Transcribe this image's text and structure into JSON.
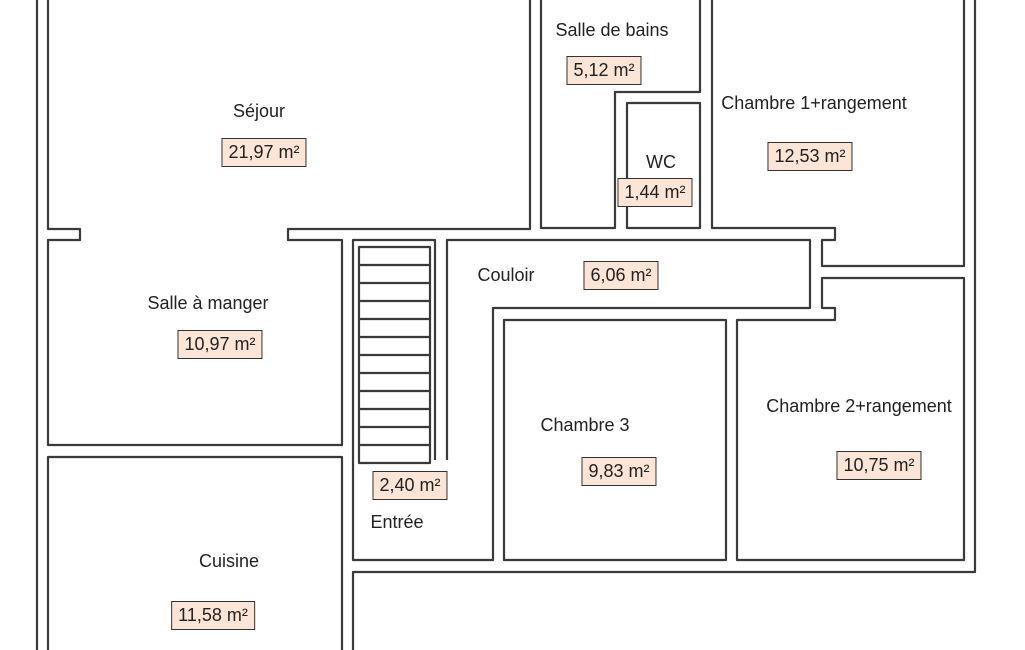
{
  "rooms": {
    "sejour": {
      "name": "Séjour",
      "area": "21,97 m²"
    },
    "salle_de_bains": {
      "name": "Salle de bains",
      "area": "5,12 m²"
    },
    "wc": {
      "name": "WC",
      "area": "1,44 m²"
    },
    "chambre1": {
      "name": "Chambre 1+rangement",
      "area": "12,53 m²"
    },
    "couloir": {
      "name": "Couloir",
      "area": "6,06 m²"
    },
    "salle_a_manger": {
      "name": "Salle à manger",
      "area": "10,97 m²"
    },
    "entree": {
      "name": "Entrée",
      "area": "2,40 m²"
    },
    "chambre3": {
      "name": "Chambre 3",
      "area": "9,83 m²"
    },
    "chambre2": {
      "name": "Chambre 2+rangement",
      "area": "10,75 m²"
    },
    "cuisine": {
      "name": "Cuisine",
      "area": "11,58 m²"
    }
  }
}
